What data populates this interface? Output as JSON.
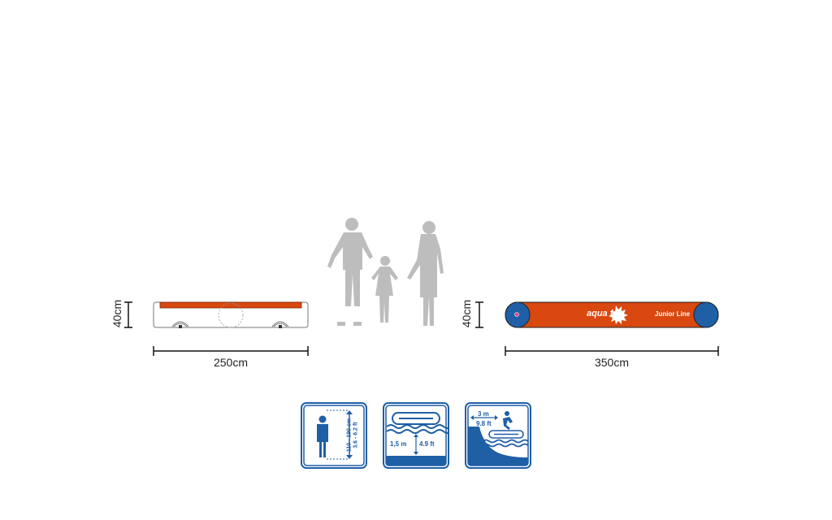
{
  "product_side": {
    "height_label": "40cm",
    "width_label": "250cm"
  },
  "product_front": {
    "height_label": "40cm",
    "width_label": "350cm",
    "brand": "aqua fun",
    "line_name": "Junior Line"
  },
  "icons": {
    "user_height": {
      "metric": "110 - 190 cm",
      "imperial": "3.6 - 6.2 ft"
    },
    "water_depth": {
      "metric": "1,5 m",
      "imperial": "4.9 ft"
    },
    "clearance": {
      "metric": "3 m",
      "imperial": "9.8 ft"
    }
  },
  "colors": {
    "orange": "#d9480f",
    "blue": "#1f5fa6",
    "silhouette": "#bdbdbd",
    "outline": "#555555"
  }
}
